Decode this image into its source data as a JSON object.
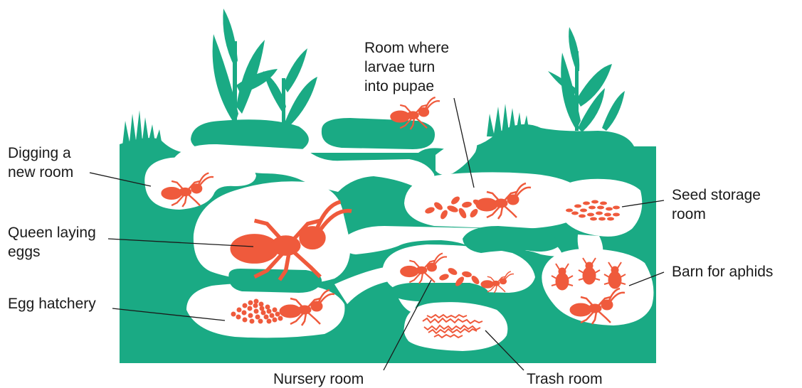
{
  "colors": {
    "soil": "#1aaa84",
    "tunnel": "#ffffff",
    "ant": "#ef5a3c",
    "leader": "#1a1a1a",
    "text": "#1a1a1a"
  },
  "labels": {
    "digging": [
      "Digging a",
      "new room"
    ],
    "queen": [
      "Queen laying",
      "eggs"
    ],
    "hatchery": "Egg hatchery",
    "pupae": [
      "Room where",
      "larvae turn",
      "into pupae"
    ],
    "seed": [
      "Seed storage",
      "room"
    ],
    "barn": "Barn for aphids",
    "nursery": "Nursery room",
    "trash": "Trash room"
  },
  "icons": [
    "ant-icon",
    "queen-ant-icon",
    "aphid-icon",
    "egg-icon",
    "larva-icon",
    "seed-icon",
    "plant-icon",
    "grass-icon"
  ]
}
